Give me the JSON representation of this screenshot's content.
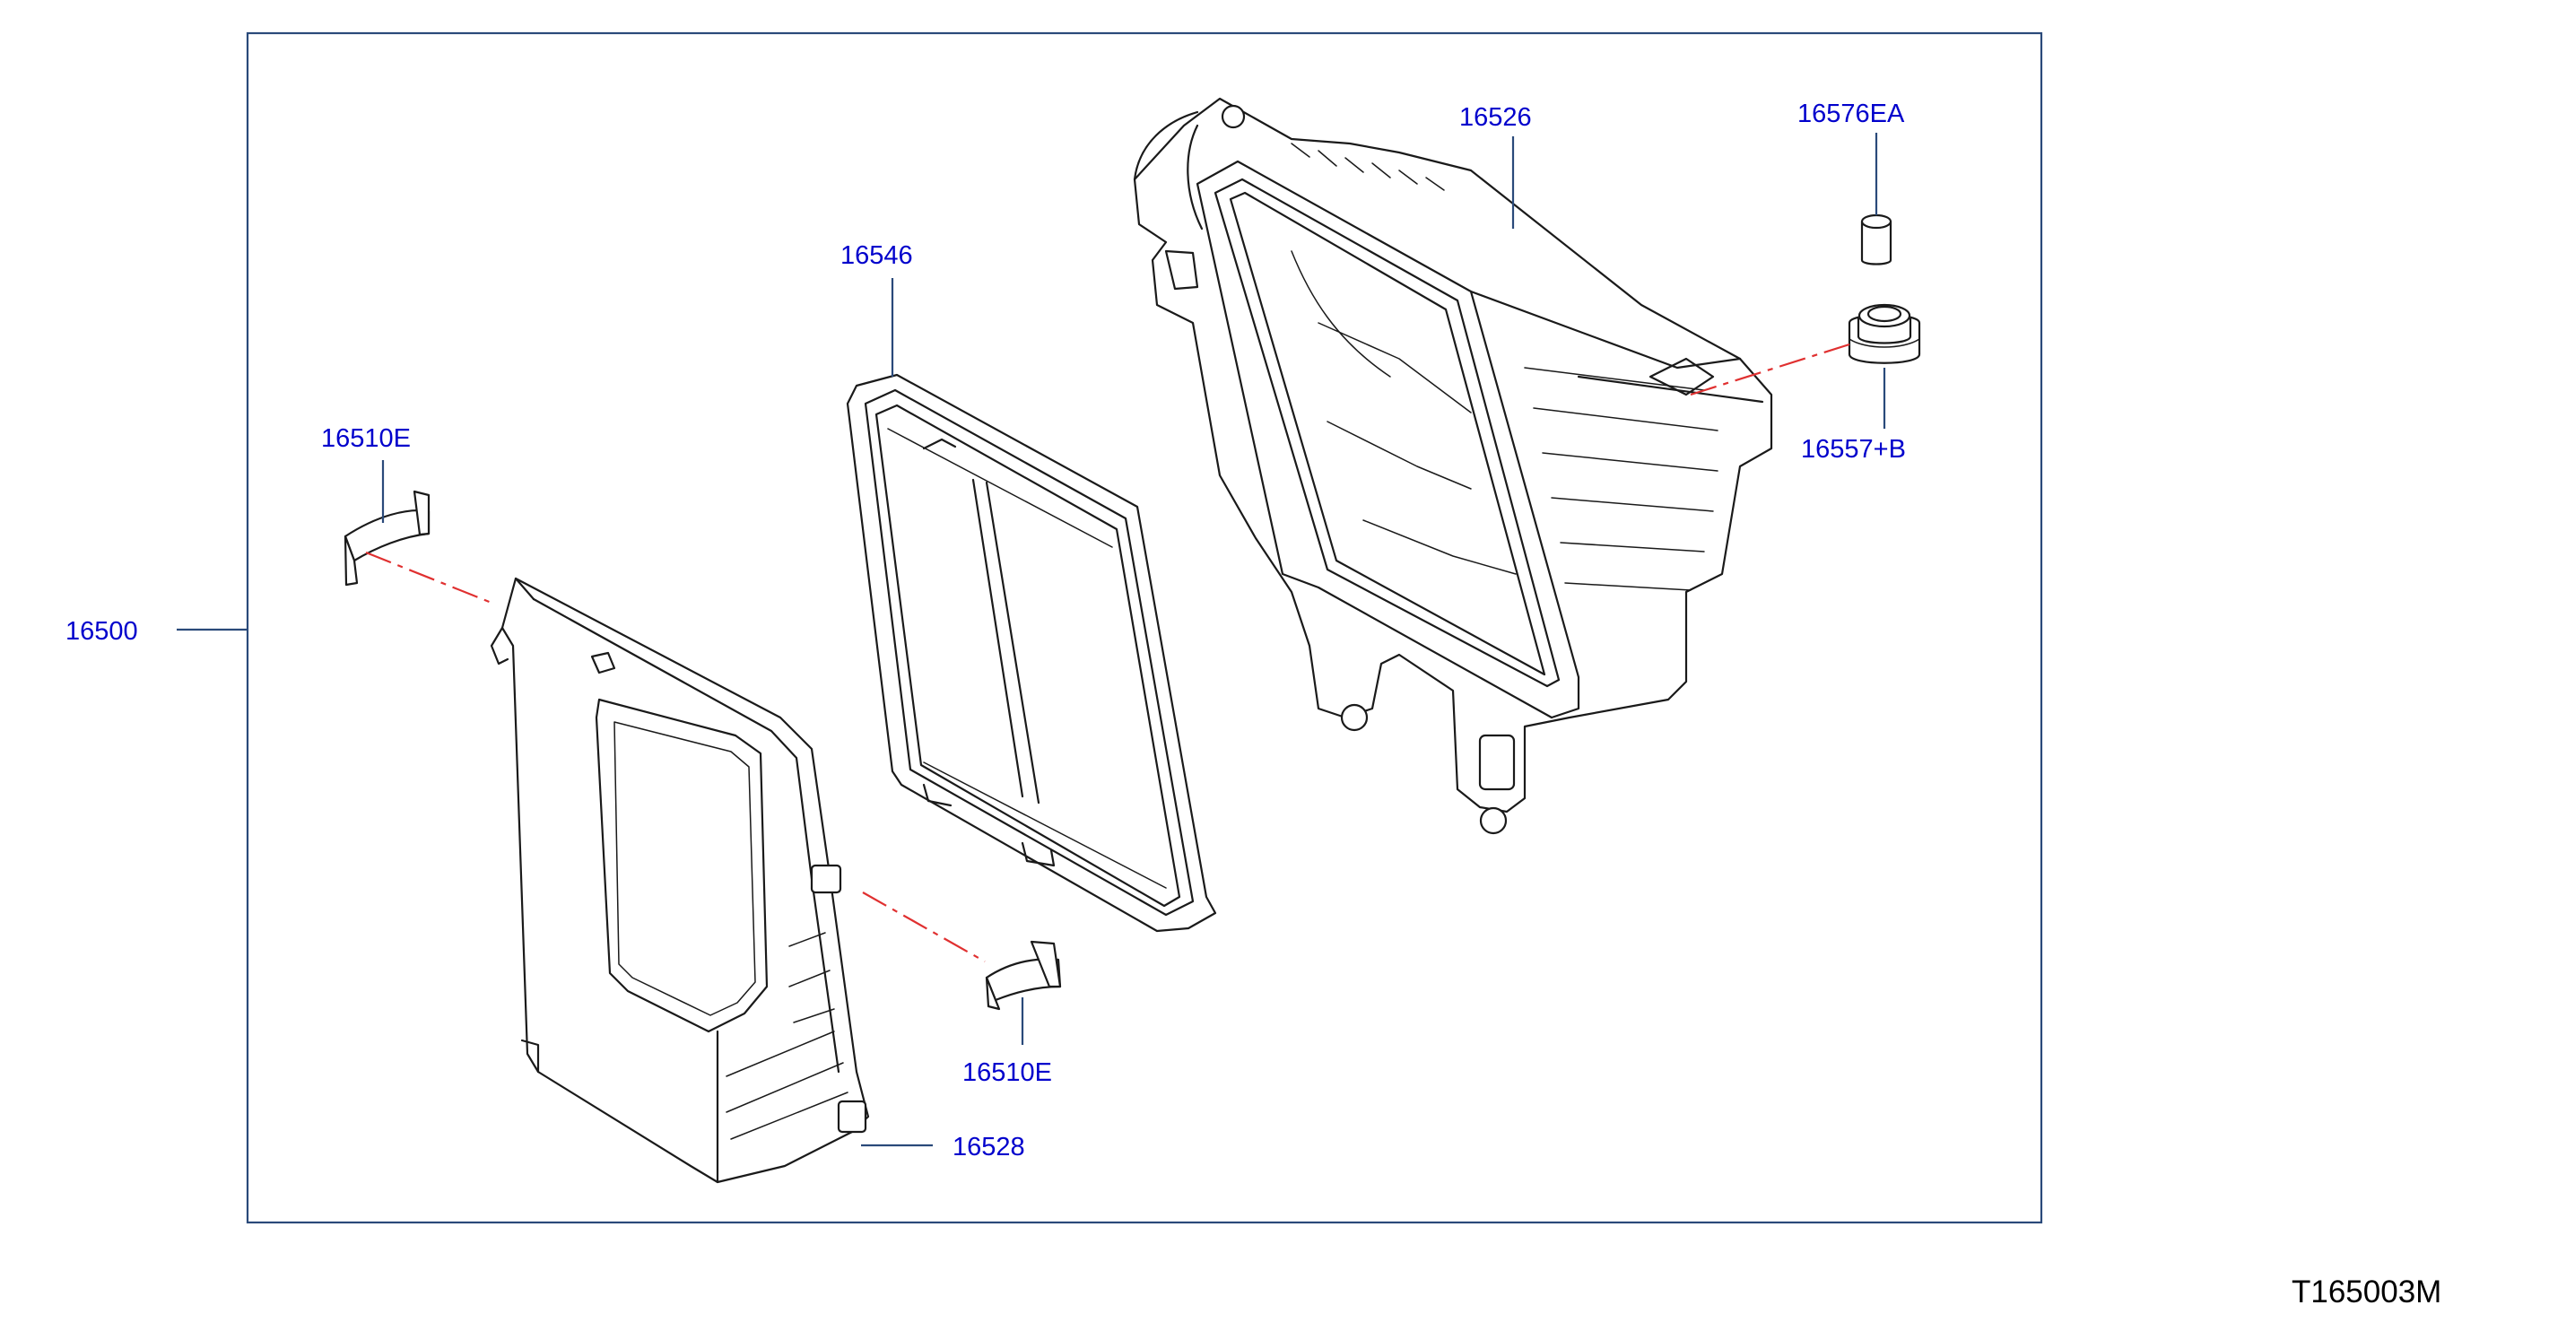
{
  "colors": {
    "label": "#0000cc",
    "frame": "#2a4a7a",
    "leader": "#2a4a7a",
    "centerline": "#e03030",
    "drawing": "#1a1a1a",
    "ref": "#000000"
  },
  "labels": {
    "assembly": "16500",
    "clip_top": "16510E",
    "clip_bottom": "16510E",
    "filter": "16546",
    "upper_case": "16526",
    "lower_case": "16528",
    "cap": "16576EA",
    "grommet": "16557+B"
  },
  "ref_code": "T165003M"
}
